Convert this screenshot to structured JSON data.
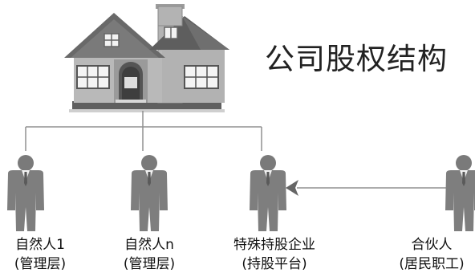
{
  "title": "公司股权结构",
  "nodes": [
    {
      "id": "natural-person-1",
      "line1": "自然人1",
      "line2": "(管理层)"
    },
    {
      "id": "natural-person-n",
      "line1": "自然人n",
      "line2": "(管理层)"
    },
    {
      "id": "special-holding-entity",
      "line1": "特殊持股企业",
      "line2": "(持股平台)"
    },
    {
      "id": "partner",
      "line1": "合伙人",
      "line2": "(居民职工)"
    }
  ],
  "colors": {
    "connector": "#909090",
    "person_dark": "#7a7a7a",
    "person_light": "#a6a6a6",
    "roof": "#6b6b6b",
    "wall": "#b8b8b8"
  }
}
